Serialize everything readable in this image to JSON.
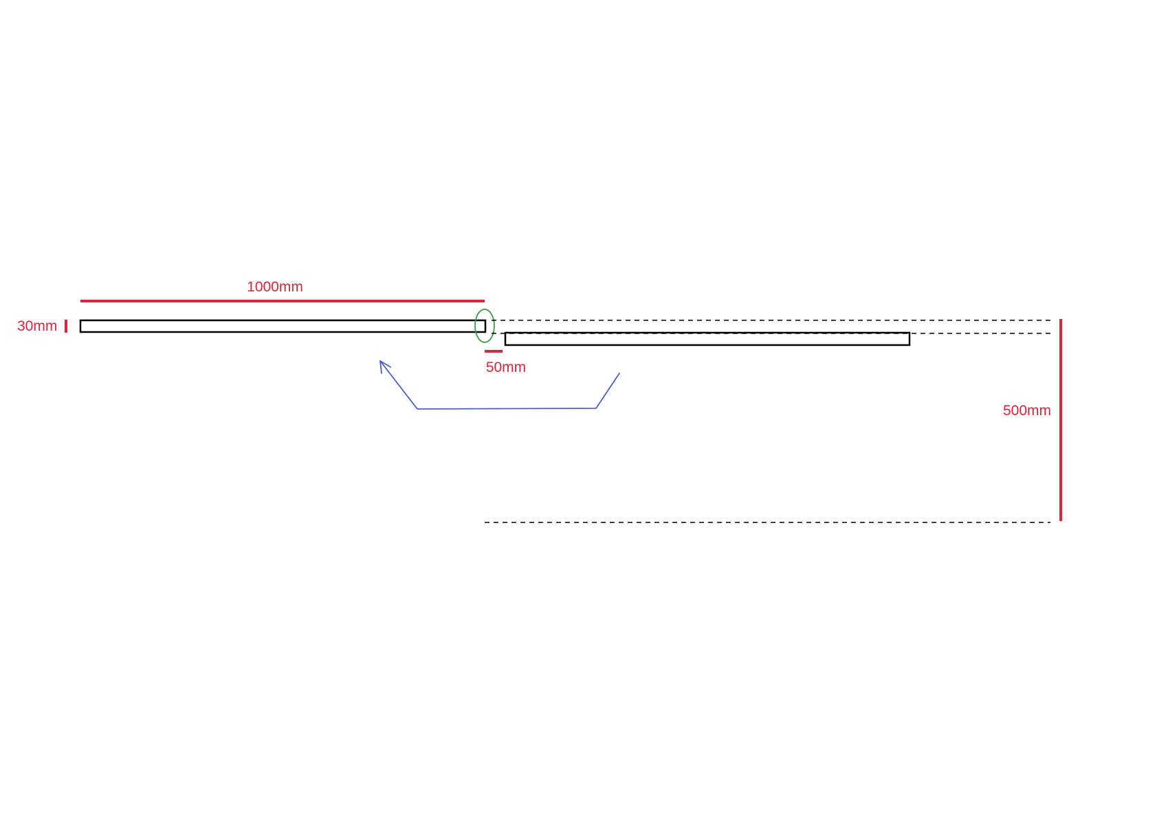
{
  "colors": {
    "outline": "#000000",
    "dimension": "#d9263a",
    "arrow": "#4a5bd4",
    "highlight": "#3a9a46",
    "background": "#ffffff"
  },
  "dimensions": {
    "length_label": "1000mm",
    "thickness_label": "30mm",
    "offset_label": "50mm",
    "height_label": "500mm"
  }
}
